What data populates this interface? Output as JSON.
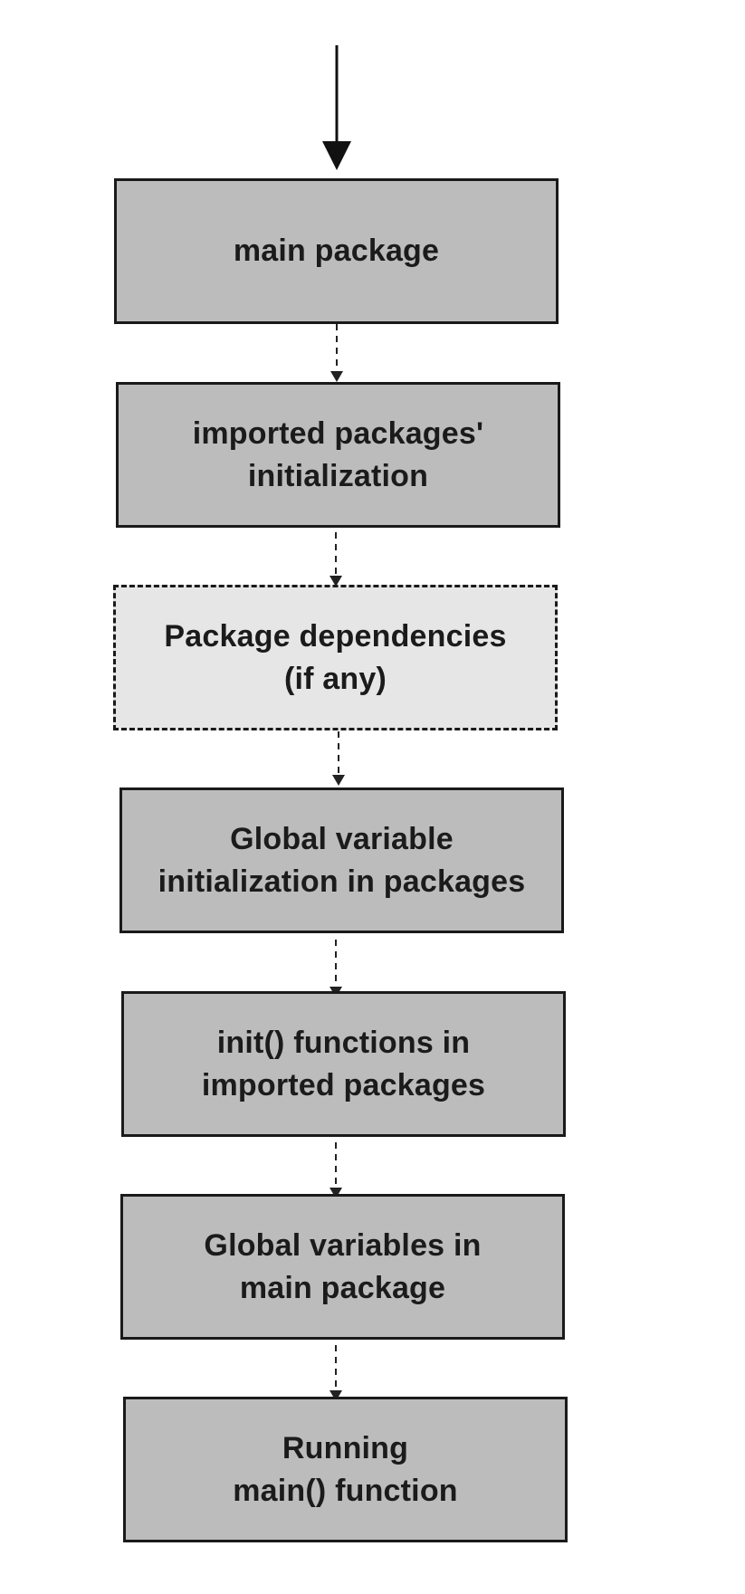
{
  "diagram": {
    "type": "flowchart",
    "direction": "top-to-bottom",
    "colors": {
      "box_fill": "#bcbcbd",
      "optional_box_fill": "#e6e6e7",
      "border": "#1a1a1a",
      "text": "#1b1b1b"
    },
    "steps": [
      {
        "label": "main package",
        "style": "solid"
      },
      {
        "label": "imported packages'\ninitialization",
        "style": "solid"
      },
      {
        "label": "Package dependencies\n(if any)",
        "style": "dashed"
      },
      {
        "label": "Global variable\ninitialization in packages",
        "style": "solid"
      },
      {
        "label": "init() functions in\nimported packages",
        "style": "solid"
      },
      {
        "label": "Global variables in\nmain package",
        "style": "solid"
      },
      {
        "label": "Running\nmain() function",
        "style": "solid"
      }
    ],
    "connectors": [
      {
        "from": "entry",
        "to": 0,
        "style": "solid-arrow"
      },
      {
        "from": 0,
        "to": 1,
        "style": "dashed-arrow"
      },
      {
        "from": 1,
        "to": 2,
        "style": "dashed-arrow"
      },
      {
        "from": 2,
        "to": 3,
        "style": "dashed-arrow"
      },
      {
        "from": 3,
        "to": 4,
        "style": "dashed-arrow"
      },
      {
        "from": 4,
        "to": 5,
        "style": "dashed-arrow"
      },
      {
        "from": 5,
        "to": 6,
        "style": "dashed-arrow"
      }
    ]
  }
}
